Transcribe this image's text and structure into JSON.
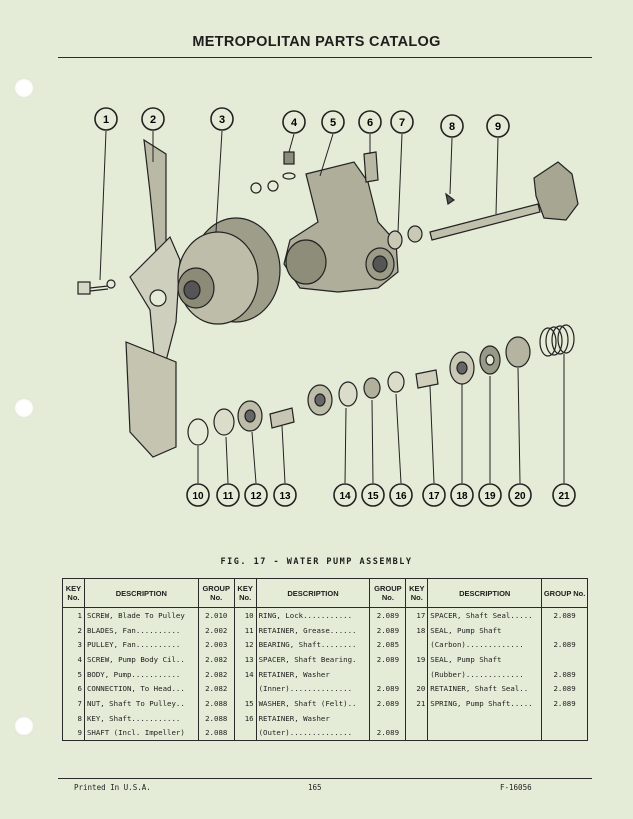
{
  "header": {
    "title": "METROPOLITAN PARTS CATALOG"
  },
  "figure": {
    "caption": "FIG. 17 - WATER PUMP ASSEMBLY",
    "callouts": [
      "1",
      "2",
      "3",
      "4",
      "5",
      "6",
      "7",
      "8",
      "9",
      "10",
      "11",
      "12",
      "13",
      "14",
      "15",
      "16",
      "17",
      "18",
      "19",
      "20",
      "21"
    ]
  },
  "table": {
    "headers": {
      "key": "KEY No.",
      "description": "DESCRIPTION",
      "group": "GROUP No."
    },
    "columns": [
      [
        {
          "key": "1",
          "lines": [
            "SCREW, Blade To Pulley"
          ],
          "group": "2.010"
        },
        {
          "key": "2",
          "lines": [
            "BLADES, Fan.........."
          ],
          "group": "2.002"
        },
        {
          "key": "3",
          "lines": [
            "PULLEY, Fan.........."
          ],
          "group": "2.003"
        },
        {
          "key": "4",
          "lines": [
            "SCREW, Pump Body Cil.."
          ],
          "group": "2.082"
        },
        {
          "key": "5",
          "lines": [
            "BODY, Pump..........."
          ],
          "group": "2.082"
        },
        {
          "key": "6",
          "lines": [
            "CONNECTION, To Head..."
          ],
          "group": "2.082"
        },
        {
          "key": "7",
          "lines": [
            "NUT, Shaft To Pulley.."
          ],
          "group": "2.088"
        },
        {
          "key": "8",
          "lines": [
            "KEY, Shaft..........."
          ],
          "group": "2.088"
        },
        {
          "key": "9",
          "lines": [
            "SHAFT (Incl. Impeller)"
          ],
          "group": "2.088"
        }
      ],
      [
        {
          "key": "10",
          "lines": [
            "RING, Lock..........."
          ],
          "group": "2.089"
        },
        {
          "key": "11",
          "lines": [
            "RETAINER, Grease......"
          ],
          "group": "2.089"
        },
        {
          "key": "12",
          "lines": [
            "BEARING, Shaft........"
          ],
          "group": "2.085"
        },
        {
          "key": "13",
          "lines": [
            "SPACER, Shaft Bearing."
          ],
          "group": "2.089"
        },
        {
          "key": "14",
          "lines": [
            "RETAINER, Washer",
            "(Inner).............."
          ],
          "group": "2.089"
        },
        {
          "key": "15",
          "lines": [
            "WASHER, Shaft (Felt).."
          ],
          "group": "2.089"
        },
        {
          "key": "16",
          "lines": [
            "RETAINER, Washer",
            "(Outer).............."
          ],
          "group": "2.089"
        }
      ],
      [
        {
          "key": "17",
          "lines": [
            "SPACER, Shaft Seal....."
          ],
          "group": "2.089"
        },
        {
          "key": "18",
          "lines": [
            "SEAL, Pump Shaft",
            "(Carbon)............."
          ],
          "group": "2.089"
        },
        {
          "key": "19",
          "lines": [
            "SEAL, Pump Shaft",
            "(Rubber)............."
          ],
          "group": "2.089"
        },
        {
          "key": "20",
          "lines": [
            "RETAINER, Shaft Seal.."
          ],
          "group": "2.089"
        },
        {
          "key": "21",
          "lines": [
            "SPRING, Pump Shaft....."
          ],
          "group": "2.089"
        }
      ]
    ]
  },
  "footer": {
    "left": "Printed In U.S.A.",
    "center": "165",
    "right": "F-16056"
  }
}
